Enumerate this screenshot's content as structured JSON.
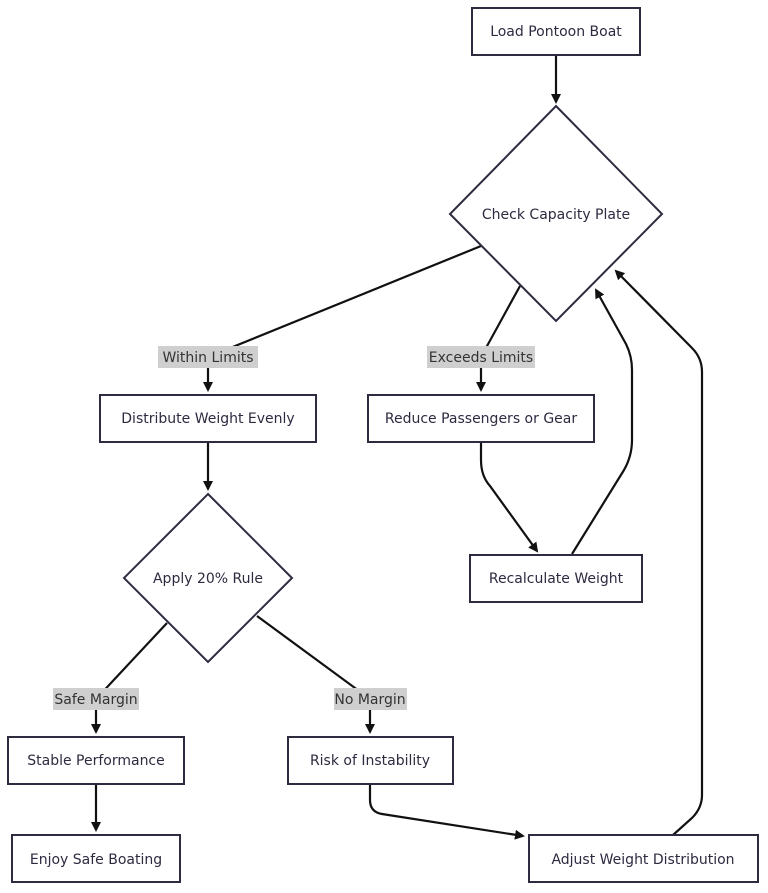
{
  "nodes": {
    "load": "Load Pontoon Boat",
    "check": "Check Capacity Plate",
    "distribute": "Distribute Weight Evenly",
    "reduce": "Reduce Passengers or Gear",
    "apply": "Apply 20% Rule",
    "recalc": "Recalculate Weight",
    "stable": "Stable Performance",
    "risk": "Risk of Instability",
    "enjoy": "Enjoy Safe Boating",
    "adjust": "Adjust Weight Distribution"
  },
  "edge_labels": {
    "within": "Within Limits",
    "exceeds": "Exceeds Limits",
    "safe": "Safe Margin",
    "no_margin": "No Margin"
  }
}
